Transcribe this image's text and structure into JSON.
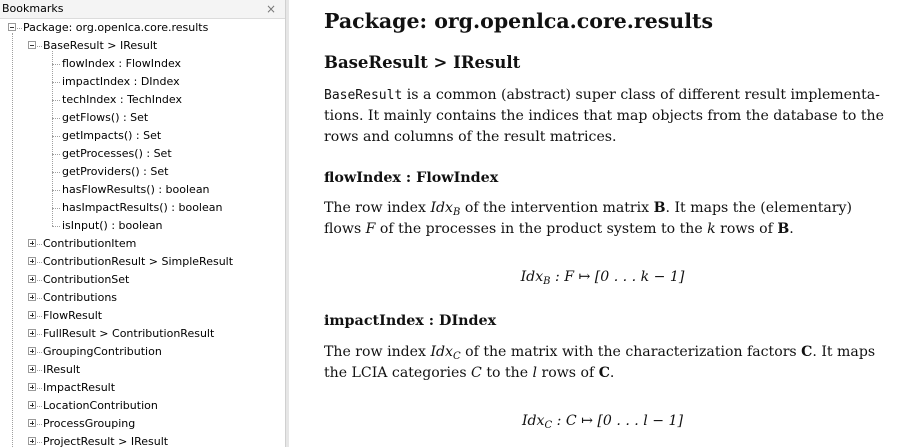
{
  "bookmarks": {
    "title": "Bookmarks",
    "close_glyph": "×",
    "items": [
      {
        "label": "Package: org.openlca.core.results",
        "level": 0,
        "state": "expanded",
        "icon": "collapse-icon"
      },
      {
        "label": "BaseResult > IResult",
        "level": 1,
        "state": "expanded",
        "icon": "collapse-icon"
      },
      {
        "label": "flowIndex : FlowIndex",
        "level": 2,
        "state": "leaf"
      },
      {
        "label": "impactIndex : DIndex",
        "level": 2,
        "state": "leaf"
      },
      {
        "label": "techIndex : TechIndex",
        "level": 2,
        "state": "leaf"
      },
      {
        "label": "getFlows() : Set",
        "level": 2,
        "state": "leaf"
      },
      {
        "label": "getImpacts() : Set",
        "level": 2,
        "state": "leaf"
      },
      {
        "label": "getProcesses() : Set",
        "level": 2,
        "state": "leaf"
      },
      {
        "label": "getProviders() : Set",
        "level": 2,
        "state": "leaf"
      },
      {
        "label": "hasFlowResults() : boolean",
        "level": 2,
        "state": "leaf"
      },
      {
        "label": "hasImpactResults() : boolean",
        "level": 2,
        "state": "leaf"
      },
      {
        "label": "isInput() : boolean",
        "level": 2,
        "state": "leaf"
      },
      {
        "label": "ContributionItem",
        "level": 1,
        "state": "collapsed",
        "icon": "expand-icon"
      },
      {
        "label": "ContributionResult > SimpleResult",
        "level": 1,
        "state": "collapsed",
        "icon": "expand-icon"
      },
      {
        "label": "ContributionSet",
        "level": 1,
        "state": "collapsed",
        "icon": "expand-icon"
      },
      {
        "label": "Contributions",
        "level": 1,
        "state": "collapsed",
        "icon": "expand-icon"
      },
      {
        "label": "FlowResult",
        "level": 1,
        "state": "collapsed",
        "icon": "expand-icon"
      },
      {
        "label": "FullResult > ContributionResult",
        "level": 1,
        "state": "collapsed",
        "icon": "expand-icon"
      },
      {
        "label": "GroupingContribution",
        "level": 1,
        "state": "collapsed",
        "icon": "expand-icon"
      },
      {
        "label": "IResult",
        "level": 1,
        "state": "collapsed",
        "icon": "expand-icon"
      },
      {
        "label": "ImpactResult",
        "level": 1,
        "state": "collapsed",
        "icon": "expand-icon"
      },
      {
        "label": "LocationContribution",
        "level": 1,
        "state": "collapsed",
        "icon": "expand-icon"
      },
      {
        "label": "ProcessGrouping",
        "level": 1,
        "state": "collapsed",
        "icon": "expand-icon"
      },
      {
        "label": "ProjectResult > IResult",
        "level": 1,
        "state": "collapsed",
        "icon": "expand-icon"
      }
    ]
  },
  "document": {
    "package_title": "Package: org.openlca.core.results",
    "class_title": "BaseResult > IResult",
    "intro": {
      "code": "BaseResult",
      "line1_rest": " is a common (abstract) super class of different result implementa-",
      "line2": "tions. It mainly contains the indices that map objects from the database to the",
      "line3": "rows and columns of the result matrices."
    },
    "flow_section": {
      "title": "flowIndex : FlowIndex",
      "l1_a": "The row index ",
      "l1_sym": "Idx",
      "l1_sub": "B",
      "l1_b": " of the intervention matrix ",
      "l1_bold": "B",
      "l1_c": ". It maps the (elementary)",
      "l2_a": "flows ",
      "l2_sym": "F",
      "l2_b": " of the processes in the product system to the ",
      "l2_sym2": "k",
      "l2_c": " rows of ",
      "l2_bold": "B",
      "l2_d": ".",
      "f_sym": "Idx",
      "f_sub": "B",
      "f_rest": " : F ↦ [0 . . . k − 1]"
    },
    "impact_section": {
      "title": "impactIndex : DIndex",
      "l1_a": "The row index ",
      "l1_sym": "Idx",
      "l1_sub": "C",
      "l1_b": " of the matrix with the characterization factors ",
      "l1_bold": "C",
      "l1_c": ". It maps",
      "l2_a": "the LCIA categories ",
      "l2_sym": "C",
      "l2_b": " to the ",
      "l2_sym2": "l",
      "l2_c": " rows of ",
      "l2_bold": "C",
      "l2_d": ".",
      "f_sym": "Idx",
      "f_sub": "C",
      "f_rest": " : C ↦ [0 . . . l − 1]"
    }
  }
}
